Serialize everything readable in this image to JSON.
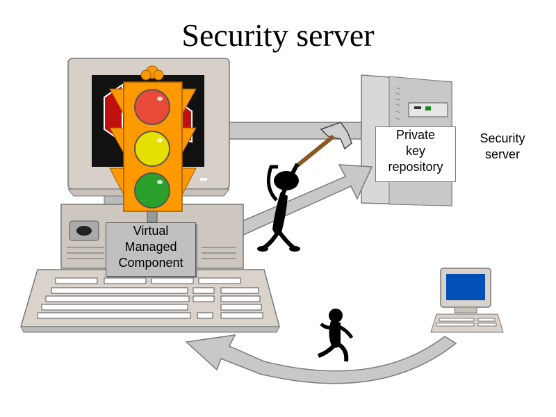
{
  "title": "Security server",
  "virtual_managed_component": {
    "line1": "Virtual",
    "line2": "Managed",
    "line3": "Component"
  },
  "private_key_repository": {
    "line1": "Private",
    "line2": "key",
    "line3": "repository"
  },
  "security_server_label": {
    "line1": "Security",
    "line2": "server"
  },
  "icons": [
    "desktop-computer-icon",
    "traffic-light-icon",
    "server-tower-icon",
    "hammer-figure-icon",
    "running-figure-icon",
    "small-computer-icon",
    "keyboard-icon"
  ],
  "colors": {
    "traffic_light_body": "#ff9900",
    "red_lamp": "#e84a3a",
    "yellow_lamp": "#e6e000",
    "green_lamp": "#2aa02a",
    "arrow_fill": "#c8c8c8",
    "small_screen": "#0050b8"
  }
}
